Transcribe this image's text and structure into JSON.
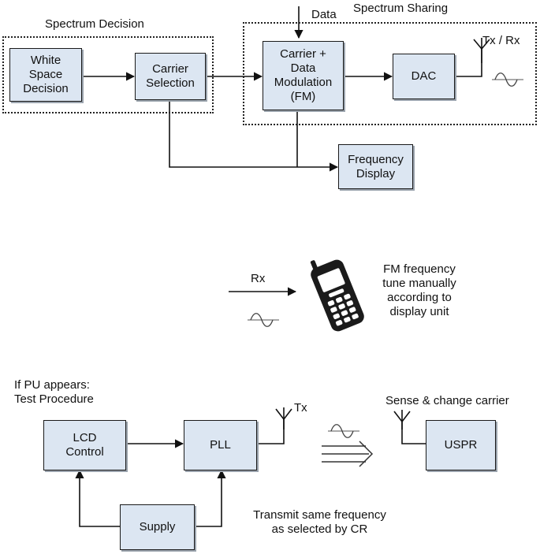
{
  "sections": {
    "spectrum_decision": "Spectrum Decision",
    "spectrum_sharing": "Spectrum Sharing"
  },
  "top": {
    "white_space": "White\nSpace\nDecision",
    "carrier_selection": "Carrier\nSelection",
    "modulation": "Carrier +\nData\nModulation\n(FM)",
    "dac": "DAC",
    "frequency_display": "Frequency\nDisplay",
    "data_label": "Data",
    "txrx_label": "Tx / Rx"
  },
  "middle": {
    "rx_label": "Rx",
    "note": "FM frequency\ntune manually\naccording to\ndisplay unit"
  },
  "bottom": {
    "pu_note": "If PU appears:\nTest Procedure",
    "lcd": "LCD\nControl",
    "pll": "PLL",
    "supply": "Supply",
    "uspr": "USPR",
    "tx_label": "Tx",
    "sense_label": "Sense & change carrier",
    "transmit_note": "Transmit same frequency\nas selected by CR"
  }
}
